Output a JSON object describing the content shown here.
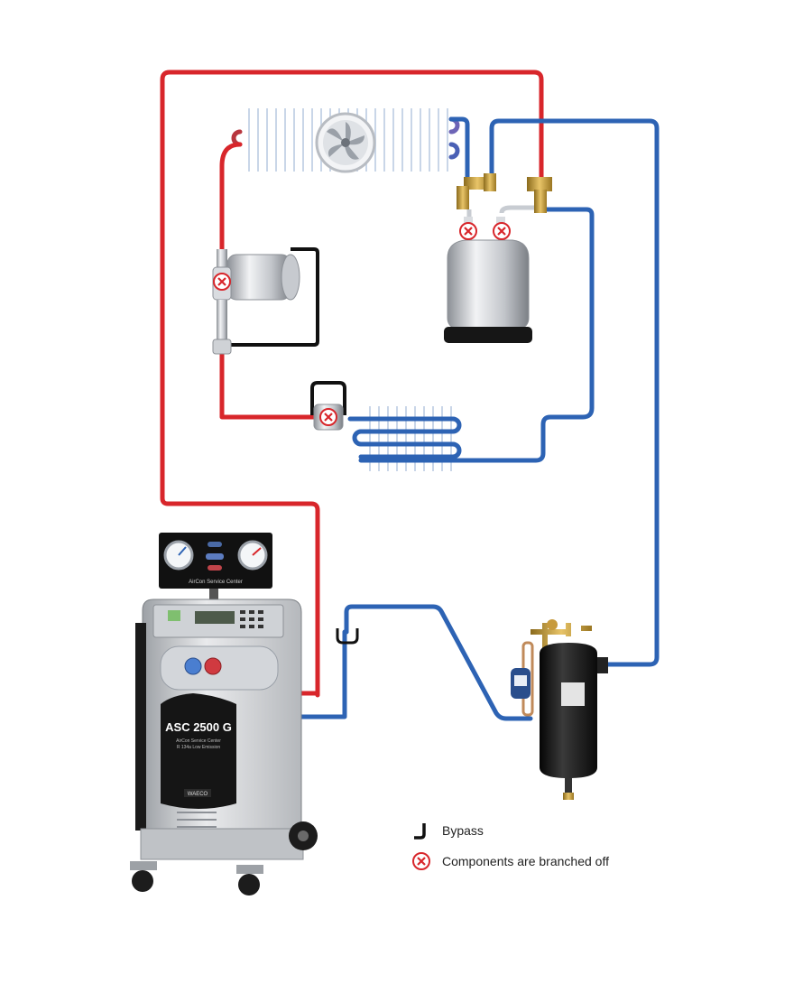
{
  "machine": {
    "panel_label": "AirCon Service Center",
    "model": "ASC 2500 G",
    "subtitle_line1": "AirCon Service Center",
    "subtitle_line2": "R 134a Low Emission",
    "brand_badge": "WAECO"
  },
  "legend": {
    "bypass_label": "Bypass",
    "branched_label": "Components are branched off"
  },
  "colors": {
    "high_pressure_line": "#d8262b",
    "low_pressure_line": "#2d63b4",
    "bypass_line": "#111111",
    "branched_marker": "#d8262b"
  },
  "icons": {
    "bypass": "bypass-icon",
    "branched": "branched-off-icon",
    "fan": "fan-icon"
  }
}
